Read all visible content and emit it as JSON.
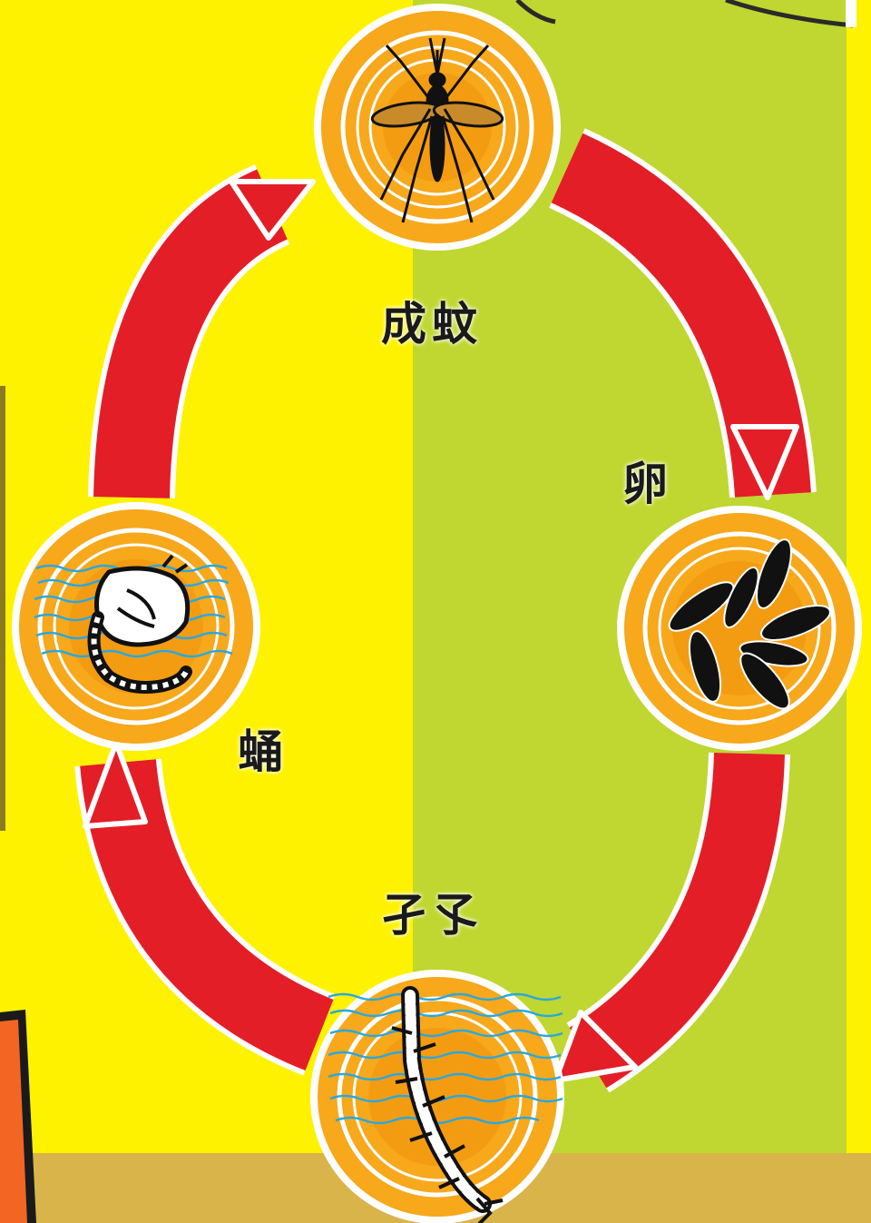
{
  "diagram": {
    "stages": [
      {
        "id": "adult",
        "label": "成蚊",
        "icon": "mosquito-icon"
      },
      {
        "id": "egg",
        "label": "卵",
        "icon": "eggs-icon"
      },
      {
        "id": "larva",
        "label": "孑孓",
        "icon": "larva-icon"
      },
      {
        "id": "pupa",
        "label": "蛹",
        "icon": "pupa-icon"
      }
    ],
    "cycle_order": [
      "adult",
      "egg",
      "larva",
      "pupa"
    ]
  },
  "colors": {
    "bg_left": "#fef200",
    "bg_right": "#bfd730",
    "ground": "#d9b44a",
    "ring_orange": "#f7a81b",
    "inner_orange": "#f39c12",
    "arrow_red": "#e41e26",
    "outline_white": "#ffffff",
    "icon_black": "#111111",
    "water_blue": "#29a8e0"
  }
}
